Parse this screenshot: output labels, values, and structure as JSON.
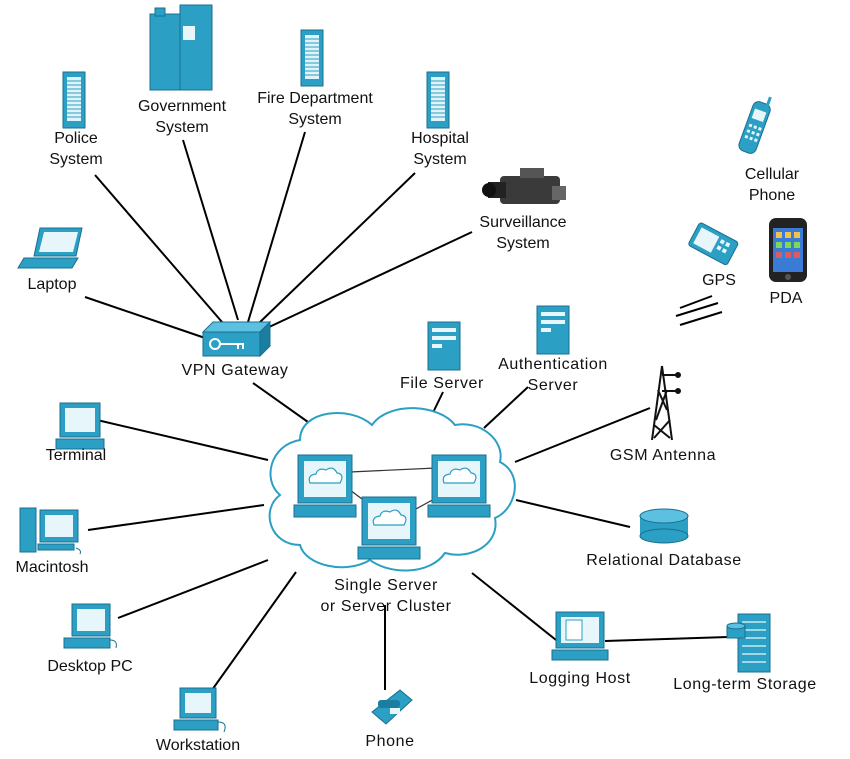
{
  "nodes": {
    "police": "Police\nSystem",
    "government": "Government\nSystem",
    "fire": "Fire Department\nSystem",
    "hospital": "Hospital\nSystem",
    "surveillance": "Surveillance\nSystem",
    "cellular": "Cellular\nPhone",
    "gps": "GPS",
    "pda": "PDA",
    "laptop": "Laptop",
    "vpn": "VPN Gateway",
    "file_server": "File Server",
    "auth_server": "Authentication\nServer",
    "gsm": "GSM Antenna",
    "terminal": "Terminal",
    "macintosh": "Macintosh",
    "cluster": "Single Server\nor Server Cluster",
    "database": "Relational Database",
    "desktop": "Desktop PC",
    "logging": "Logging Host",
    "storage": "Long-term Storage",
    "workstation": "Workstation",
    "phone": "Phone"
  },
  "colors": {
    "icon_fill": "#2b9fc4",
    "icon_dark": "#1a7ea3",
    "line": "#000000"
  }
}
